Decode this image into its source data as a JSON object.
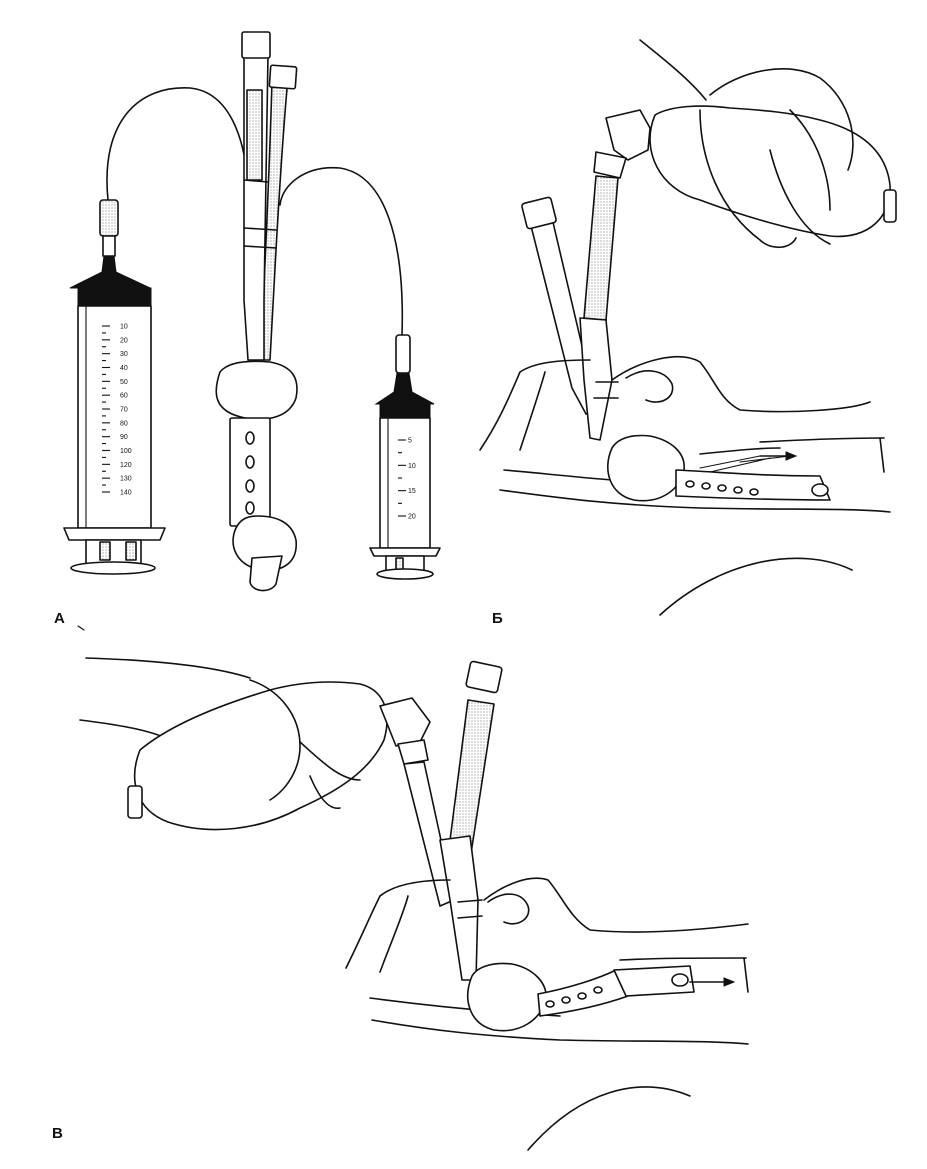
{
  "panels": [
    {
      "label": "А"
    },
    {
      "label": "Б"
    },
    {
      "label": "В"
    }
  ],
  "large_syringe": {
    "scale": [
      "10",
      "20",
      "30",
      "40",
      "50",
      "60",
      "70",
      "80",
      "90",
      "100",
      "120",
      "130",
      "140"
    ]
  },
  "small_syringe": {
    "scale": [
      "5",
      "10",
      "15",
      "20"
    ]
  }
}
